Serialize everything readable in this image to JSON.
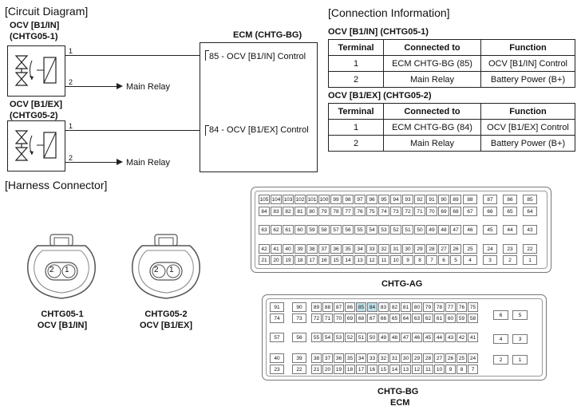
{
  "circuit": {
    "title": "[Circuit Diagram]",
    "ocv1_name": "OCV [B1/IN]",
    "ocv1_conn": "(CHTG05-1)",
    "ocv2_name": "OCV [B1/EX]",
    "ocv2_conn": "(CHTG05-2)",
    "t1": "1",
    "t2": "2",
    "main_relay": "Main Relay",
    "ecm_title": "ECM (CHTG-BG)",
    "ecm_pin1": "85 - OCV [B1/IN] Control",
    "ecm_pin2": "84 - OCV [B1/EX] Control"
  },
  "connection": {
    "title": "[Connection Information]",
    "headers": [
      "Terminal",
      "Connected to",
      "Function"
    ],
    "tables": [
      {
        "title": "OCV [B1/IN] (CHTG05-1)",
        "rows": [
          [
            "1",
            "ECM CHTG-BG (85)",
            "OCV [B1/IN] Control"
          ],
          [
            "2",
            "Main Relay",
            "Battery Power (B+)"
          ]
        ]
      },
      {
        "title": "OCV [B1/EX] (CHTG05-2)",
        "rows": [
          [
            "1",
            "ECM CHTG-BG (84)",
            "OCV [B1/EX] Control"
          ],
          [
            "2",
            "Main Relay",
            "Battery Power (B+)"
          ]
        ]
      }
    ]
  },
  "harness": {
    "title": "[Harness Connector]",
    "c1_pins": [
      "2",
      "1"
    ],
    "c1_name": "CHTG05-1",
    "c1_sub": "OCV [B1/IN]",
    "c2_pins": [
      "2",
      "1"
    ],
    "c2_name": "CHTG05-2",
    "c2_sub": "OCV [B1/EX]"
  },
  "ecm_ag": {
    "label": "CHTG-AG",
    "main_rows": [
      [
        "105",
        "104",
        "103",
        "102",
        "101",
        "100",
        "99",
        "98",
        "97",
        "96",
        "95",
        "94",
        "93",
        "92",
        "91",
        "90",
        "89"
      ],
      [
        "84",
        "83",
        "82",
        "81",
        "80",
        "79",
        "78",
        "77",
        "76",
        "75",
        "74",
        "73",
        "72",
        "71",
        "70",
        "69",
        "68"
      ],
      [
        "63",
        "62",
        "61",
        "60",
        "59",
        "58",
        "57",
        "56",
        "55",
        "54",
        "53",
        "52",
        "51",
        "50",
        "49",
        "48",
        "47"
      ],
      [
        "42",
        "41",
        "40",
        "39",
        "38",
        "37",
        "36",
        "35",
        "34",
        "33",
        "32",
        "31",
        "30",
        "29",
        "28",
        "27",
        "26"
      ],
      [
        "21",
        "20",
        "19",
        "18",
        "17",
        "16",
        "15",
        "14",
        "13",
        "12",
        "11",
        "10",
        "9",
        "8",
        "7",
        "6",
        "5"
      ]
    ],
    "side_rows": [
      [
        "88",
        "87",
        "86",
        "85"
      ],
      [
        "67",
        "66",
        "65",
        "64"
      ],
      [
        "46",
        "45",
        "44",
        "43"
      ],
      [
        "25",
        "24",
        "23",
        "22"
      ],
      [
        "4",
        "3",
        "2",
        "1"
      ]
    ]
  },
  "ecm_bg": {
    "label1": "CHTG-BG",
    "label2": "ECM",
    "left_rows": [
      [
        "91"
      ],
      [
        "74"
      ],
      [
        "57"
      ],
      [
        "40"
      ],
      [
        "23"
      ]
    ],
    "mid_a_rows": [
      [
        "90"
      ],
      [
        "73"
      ],
      [
        "56"
      ],
      [
        "39"
      ],
      [
        "22"
      ]
    ],
    "main_rows": [
      [
        "89",
        "88",
        "87",
        "86",
        "85",
        "84",
        "83",
        "82",
        "81",
        "80",
        "79",
        "78",
        "77",
        "76",
        "75"
      ],
      [
        "72",
        "71",
        "70",
        "69",
        "68",
        "67",
        "66",
        "65",
        "64",
        "63",
        "62",
        "61",
        "60",
        "59",
        "58"
      ],
      [
        "55",
        "54",
        "53",
        "52",
        "51",
        "50",
        "49",
        "48",
        "47",
        "46",
        "45",
        "44",
        "43",
        "42",
        "41"
      ],
      [
        "38",
        "37",
        "36",
        "35",
        "34",
        "33",
        "32",
        "31",
        "30",
        "29",
        "28",
        "27",
        "26",
        "25",
        "24"
      ],
      [
        "21",
        "20",
        "19",
        "18",
        "17",
        "16",
        "15",
        "14",
        "13",
        "12",
        "11",
        "10",
        "9",
        "8",
        "7"
      ]
    ],
    "right_rows": [
      [
        "6",
        "5"
      ],
      [
        "4",
        "3"
      ],
      [
        "2",
        "1"
      ]
    ],
    "highlight": [
      "85",
      "84"
    ]
  }
}
